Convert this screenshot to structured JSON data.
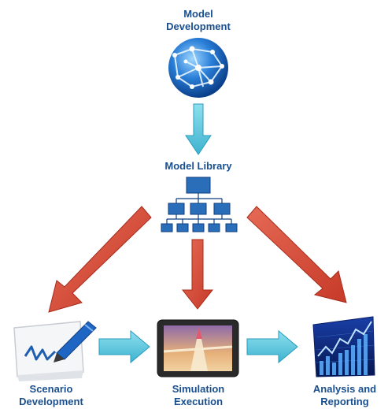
{
  "nodes": {
    "model_development": {
      "line1": "Model",
      "line2": "Development",
      "icon": "globe-network-icon"
    },
    "model_library": {
      "label": "Model Library",
      "icon": "org-chart-icon"
    },
    "scenario_development": {
      "line1": "Scenario",
      "line2": "Development",
      "icon": "pen-writing-icon"
    },
    "simulation_execution": {
      "line1": "Simulation",
      "line2": "Execution",
      "icon": "tablet-map-icon"
    },
    "analysis_reporting": {
      "line1": "Analysis and",
      "line2": "Reporting",
      "icon": "chart-analytics-icon"
    }
  },
  "colors": {
    "label": "#1a4f8f",
    "cyan_arrow": "#5cc8dc",
    "red_arrow": "#d94a38",
    "globe": "#2a73c8",
    "library_box": "#2a6db8"
  }
}
